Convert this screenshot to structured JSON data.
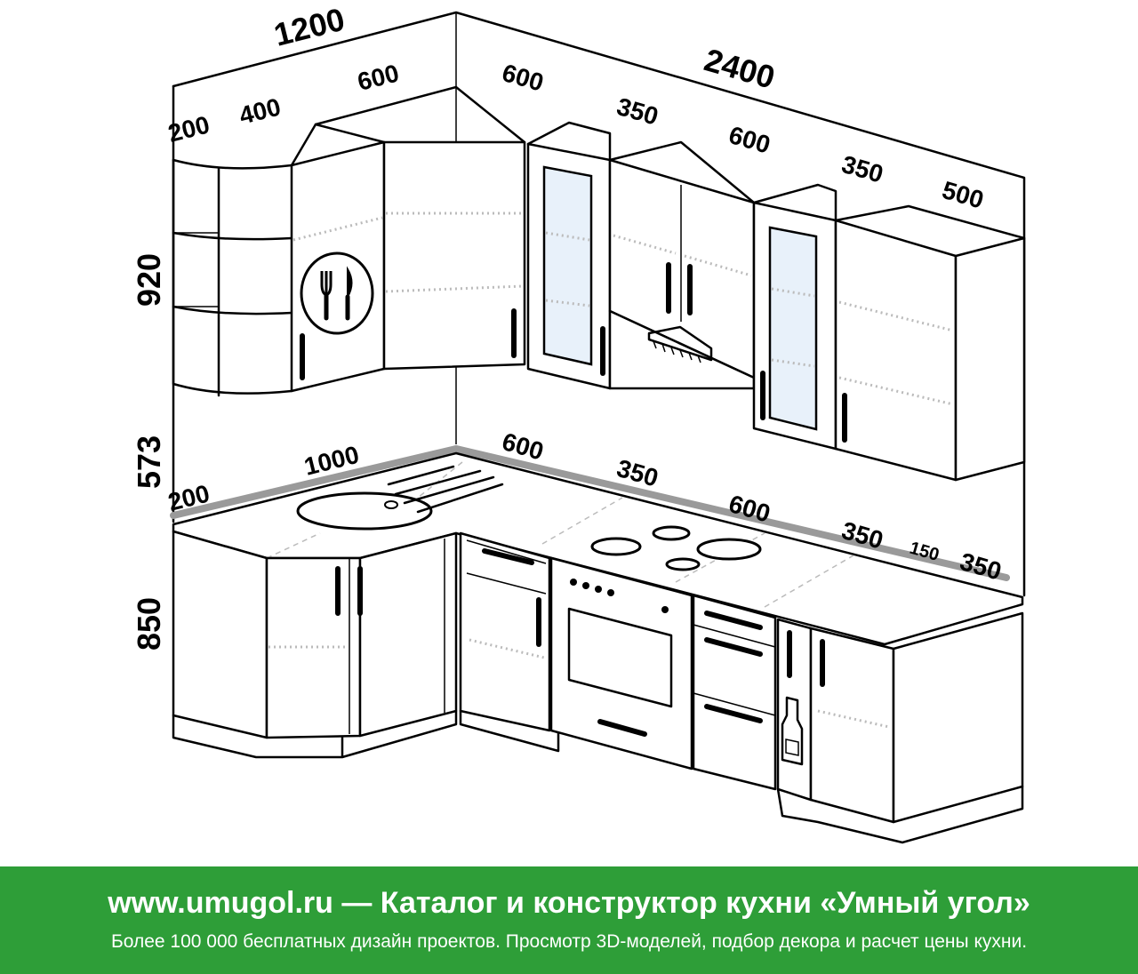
{
  "dimensions": {
    "top_left": [
      "1200",
      "200",
      "400",
      "600"
    ],
    "top_right": [
      "2400",
      "600",
      "350",
      "600",
      "350",
      "500"
    ],
    "heights": [
      "920",
      "573",
      "850"
    ],
    "counter_left": [
      "200",
      "1000"
    ],
    "counter_right": [
      "600",
      "350",
      "600",
      "350",
      "150",
      "350"
    ]
  },
  "banner": {
    "title": "www.umugol.ru — Каталог и конструктор кухни «Умный угол»",
    "subtitle": "Более 100 000 бесплатных дизайн проектов. Просмотр 3D-моделей, подбор декора и расчет цены кухни."
  },
  "colors": {
    "banner_bg": "#2e9e38",
    "worktop_edge": "#9a9a9a"
  },
  "icons": [
    "cutlery-plate-icon",
    "bottle-icon",
    "range-hood-icon",
    "cooktop-icon",
    "sink-icon",
    "oven-icon"
  ]
}
